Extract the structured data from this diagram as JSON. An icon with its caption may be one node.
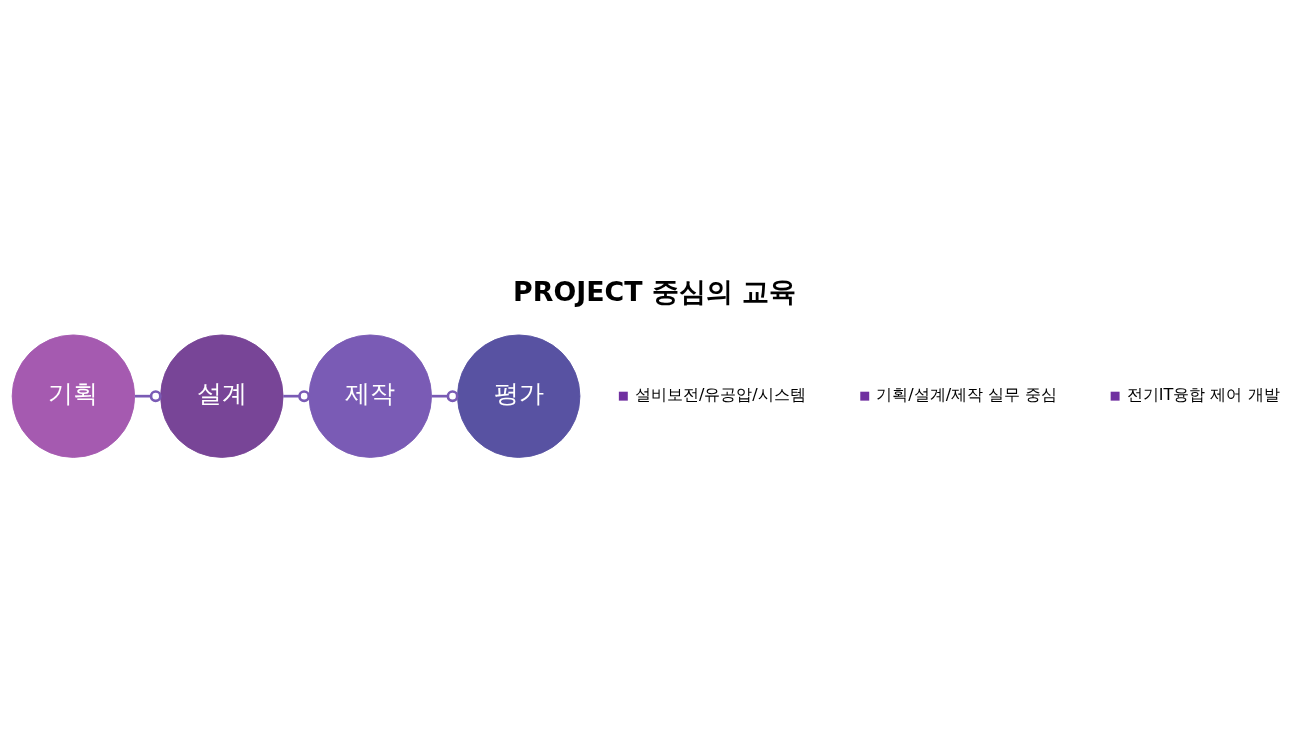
{
  "diagram": {
    "title": "PROJECT 중심의 교육",
    "nodes": [
      {
        "text": [
          "기획"
        ]
      },
      {
        "text": [
          "설계"
        ]
      },
      {
        "text": [
          "제작"
        ]
      },
      {
        "text": [
          "평가"
        ]
      }
    ],
    "edges": [
      {
        "from": 0,
        "to": 1,
        "arrow": "other"
      },
      {
        "from": 1,
        "to": 2,
        "arrow": "other"
      },
      {
        "from": 2,
        "to": 3,
        "arrow": "other"
      }
    ],
    "labels": [
      "설비보전/유공압/시스템",
      "기획/설계/제작 실무 중심",
      "전기IT융합 제어 개발"
    ]
  }
}
